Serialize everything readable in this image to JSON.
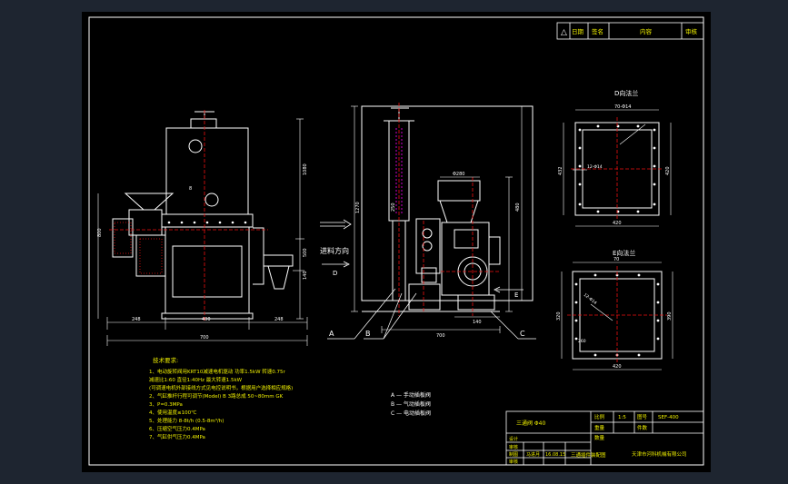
{
  "header": {
    "triangle": "△",
    "date": "日期",
    "sign": "签名",
    "content": "内容",
    "review": "审核"
  },
  "views": {
    "d_flange_title": "D向法兰",
    "e_flange_title": "E向法兰",
    "feed_direction": "进料方向",
    "arrow_d": "D",
    "arrow_e": "E",
    "callout_a": "A",
    "callout_b": "B",
    "callout_c": "C"
  },
  "dims": {
    "d_800": "800",
    "d_248a": "248",
    "d_140": "140",
    "d_700a": "700",
    "d_500": "500",
    "d_250": "250",
    "d_480": "480",
    "d_1080": "1080",
    "d_1270": "1270",
    "d_248b": "248",
    "d_700b": "700",
    "d_400": "400",
    "d_d280": "Φ280",
    "d_8": "8",
    "d_t1": "70-Φ14",
    "d_t2": "12-Φ14",
    "d_420a": "420",
    "d_420b": "420",
    "d_432": "432",
    "d_260": "260",
    "d_390": "390",
    "d_70": "70",
    "d_320": "320",
    "d_t3": "12-Φ14",
    "d_420c": "420"
  },
  "tech": {
    "title": "技术要求:",
    "lines": [
      "1、电动旋转阀用KRT10减速电机驱动  功率1.5kW  转速0.75r",
      "   减速比1:60  直径1:40Hz  最大转速1.5kW",
      "   (可调速电机外部接线方式见电控说明书，根据用户选择相应规格)",
      "2、气缸推杆行程可调节(Model) B  3路总成  50~80mm  GK",
      "3、P=0.3MPa",
      "4、使用温度≤100℃",
      "5、处理能力 8-8t/h (0.5-8m³/h)",
      "6、压缩空气压力0.4MPa",
      "7、气缸供气压力0.4MPa"
    ]
  },
  "legend": {
    "a": "A — 手动插板阀",
    "b": "B — 气动插板阀",
    "c": "C — 电动插板阀"
  },
  "titleblock": {
    "model": "三通阀 Φ40",
    "scale_label": "比例",
    "scale": "1:5",
    "drawing_no_label": "图号",
    "drawing_no": "SEF-400",
    "weight_label": "重量",
    "qty_label": "件数",
    "count_label": "数量",
    "design_label": "设计",
    "check_label": "审核",
    "draw_label": "制图",
    "draftsman": "马进月",
    "date": "16.08.15",
    "name": "三通插件装配图",
    "company": "天津市河科机械有限公司",
    "approve_label": "审核"
  }
}
